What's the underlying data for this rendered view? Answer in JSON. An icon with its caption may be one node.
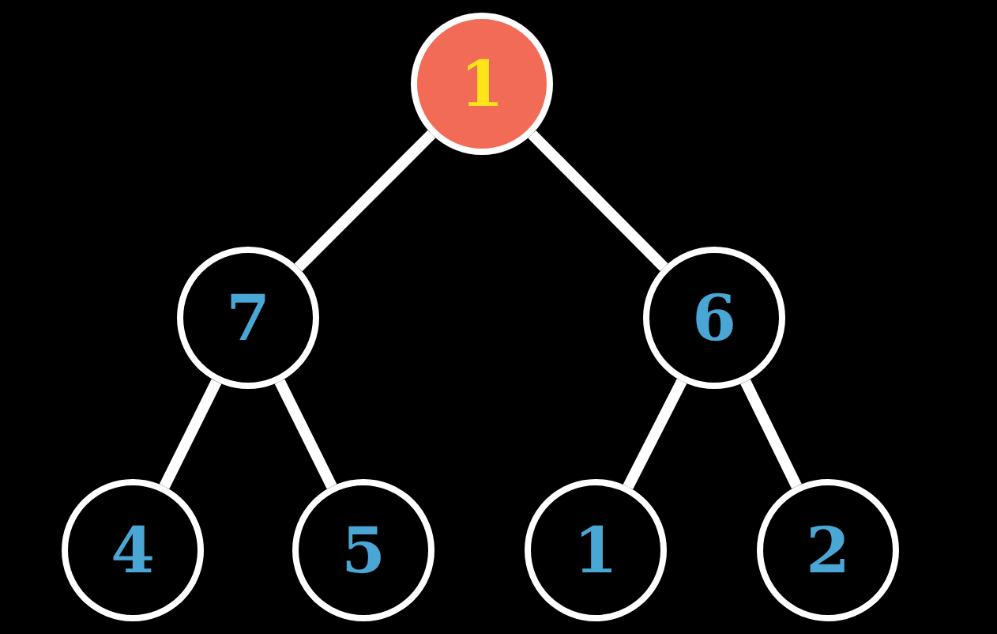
{
  "diagram": {
    "nodes": [
      {
        "text": [
          "1"
        ]
      },
      {
        "text": [
          "7"
        ]
      },
      {
        "text": [
          "6"
        ]
      },
      {
        "text": [
          "4"
        ]
      },
      {
        "text": [
          "5"
        ]
      },
      {
        "text": [
          "1"
        ]
      },
      {
        "text": [
          "2"
        ]
      }
    ],
    "edges": [
      {
        "from": 0,
        "to": 1,
        "arrow": "none"
      },
      {
        "from": 0,
        "to": 2,
        "arrow": "none"
      },
      {
        "from": 1,
        "to": 3,
        "arrow": "none"
      },
      {
        "from": 1,
        "to": 4,
        "arrow": "none"
      },
      {
        "from": 2,
        "to": 5,
        "arrow": "none"
      },
      {
        "from": 2,
        "to": 6,
        "arrow": "none"
      }
    ]
  }
}
